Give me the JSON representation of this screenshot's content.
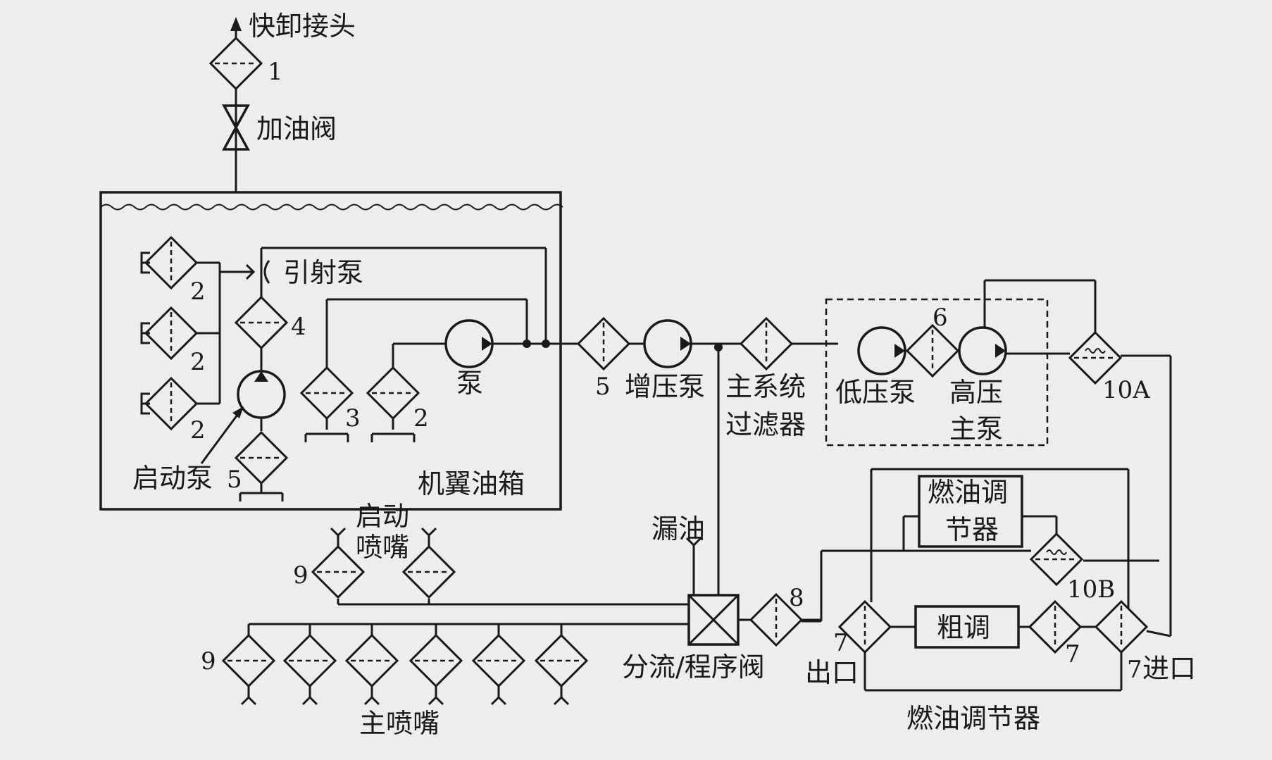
{
  "labels": {
    "quick_disconnect": "快卸接头",
    "refuel_valve": "加油阀",
    "ejector_pump": "引射泵",
    "pump": "泵",
    "start_pump": "启动泵",
    "wing_tank": "机翼油箱",
    "boost_pump": "增压泵",
    "main_filter_line1": "主系统",
    "main_filter_line2": "过滤器",
    "low_pressure_pump": "低压泵",
    "high_pressure_line1": "高压",
    "high_pressure_line2": "主泵",
    "leak_oil": "漏油",
    "start_nozzle_line1": "启动",
    "start_nozzle_line2": "喷嘴",
    "main_nozzle": "主喷嘴",
    "flow_divider": "分流/程序阀",
    "outlet": "出口",
    "inlet": "进口",
    "fuel_regulator_box_line1": "燃油调",
    "fuel_regulator_box_line2": "节器",
    "coarse_adjust": "粗调",
    "fuel_regulator": "燃油调节器"
  },
  "numbers": {
    "n1": "1",
    "n2a": "2",
    "n2b": "2",
    "n2c": "2",
    "n2d": "2",
    "n3": "3",
    "n4": "4",
    "n5a": "5",
    "n5b": "5",
    "n6": "6",
    "n7a": "7",
    "n7b": "7",
    "n7c": "7",
    "n8": "8",
    "n9a": "9",
    "n9b": "9",
    "n10a": "10A",
    "n10b": "10B"
  }
}
